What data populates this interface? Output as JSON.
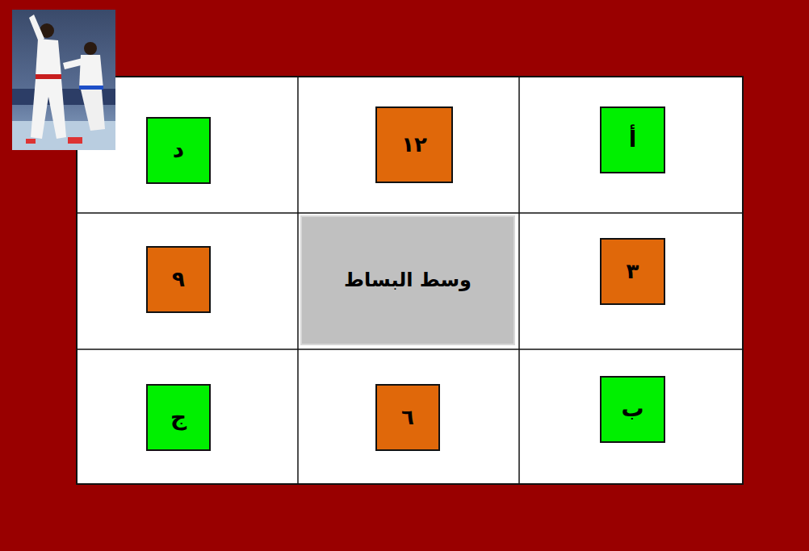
{
  "diagram": {
    "nodes": [
      {
        "text": [
          "أ"
        ]
      },
      {
        "text": [
          "١٢"
        ]
      },
      {
        "text": [
          "د"
        ]
      },
      {
        "text": [
          "٣"
        ]
      },
      {
        "text": [
          "وسط البساط"
        ]
      },
      {
        "text": [
          "٩"
        ]
      },
      {
        "text": [
          "ب"
        ]
      },
      {
        "text": [
          "٦"
        ]
      },
      {
        "text": [
          "ج"
        ]
      }
    ]
  }
}
